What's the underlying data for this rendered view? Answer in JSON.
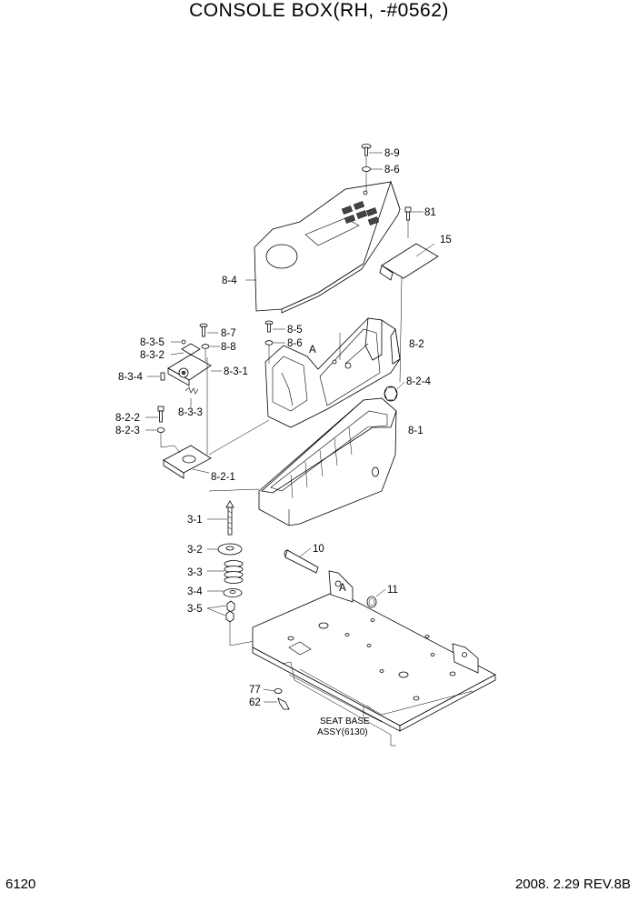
{
  "title": "CONSOLE BOX(RH, -#0562)",
  "footer": {
    "page_number": "6120",
    "revision": "2008. 2.29 REV.8B"
  },
  "callouts": {
    "c8_9": "8-9",
    "c8_6_top": "8-6",
    "c81": "81",
    "c15": "15",
    "c8_4": "8-4",
    "c8_7": "8-7",
    "c8_8": "8-8",
    "c8_3_5": "8-3-5",
    "c8_3_2": "8-3-2",
    "c8_3_4": "8-3-4",
    "c8_3_1": "8-3-1",
    "c8_3_3": "8-3-3",
    "c8_5": "8-5",
    "c8_6_mid": "8-6",
    "cA_top": "A",
    "c8_2": "8-2",
    "c8_2_4": "8-2-4",
    "c8_1": "8-1",
    "c8_2_2": "8-2-2",
    "c8_2_3": "8-2-3",
    "c8_2_1": "8-2-1",
    "c3_1": "3-1",
    "c3_2": "3-2",
    "c3_3": "3-3",
    "c3_4": "3-4",
    "c3_5": "3-5",
    "c10": "10",
    "cA_bottom": "A",
    "c11": "11",
    "c77": "77",
    "c62": "62"
  },
  "seat_base_label": {
    "line1": "SEAT BASE",
    "line2": "ASSY(6130)"
  }
}
